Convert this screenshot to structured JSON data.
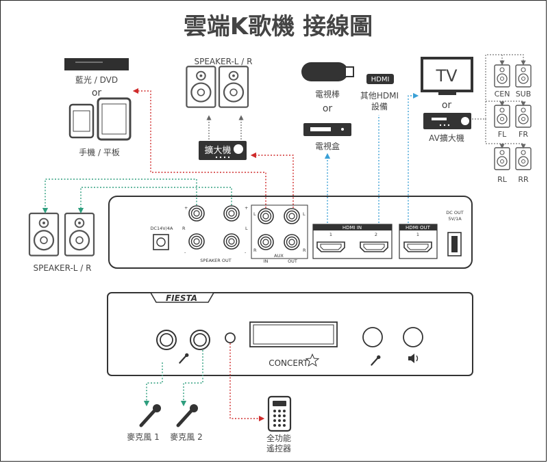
{
  "title": "雲端K歌機 接線圖",
  "top": {
    "bluray": "藍光 / DVD",
    "or1": "or",
    "phone": "手機 / 平板",
    "speaker_top": "SPEAKER-L / R",
    "amp": "擴大機",
    "tvstick": "電視棒",
    "or2": "or",
    "tvbox": "電視盒",
    "hdmi_badge": "HDMI",
    "other_hdmi_1": "其他HDMI",
    "other_hdmi_2": "設備",
    "tv": "TV",
    "or3": "or",
    "av_amp": "AV擴大機",
    "cen": "CEN",
    "sub": "SUB",
    "fl": "FL",
    "fr": "FR",
    "rl": "RL",
    "rr": "RR"
  },
  "rear": {
    "speaker_left": "SPEAKER-L / R",
    "dc_in": "DC14V/4A",
    "speaker_out": "SPEAKER OUT",
    "aux_in": "IN",
    "aux": "AUX",
    "aux_out": "OUT",
    "hdmi_in": "HDMI IN",
    "hdmi_in_1": "1",
    "hdmi_in_2": "2",
    "hdmi_out": "HDMI OUT",
    "hdmi_out_1": "1",
    "dc_out_1": "DC OUT",
    "dc_out_2": "5V/1A",
    "plus": "+",
    "minus": "-",
    "R": "R",
    "L": "L"
  },
  "front": {
    "brand": "FIESTA",
    "model": "CONCERT"
  },
  "bottom": {
    "mic1": "麥克風 1",
    "mic2": "麥克風 2",
    "remote_1": "全功能",
    "remote_2": "遙控器"
  },
  "colors": {
    "green": "#2e9e7e",
    "red": "#cf2b2b",
    "blue": "#3aa0d6",
    "gray": "#777777",
    "device": "#333333"
  }
}
